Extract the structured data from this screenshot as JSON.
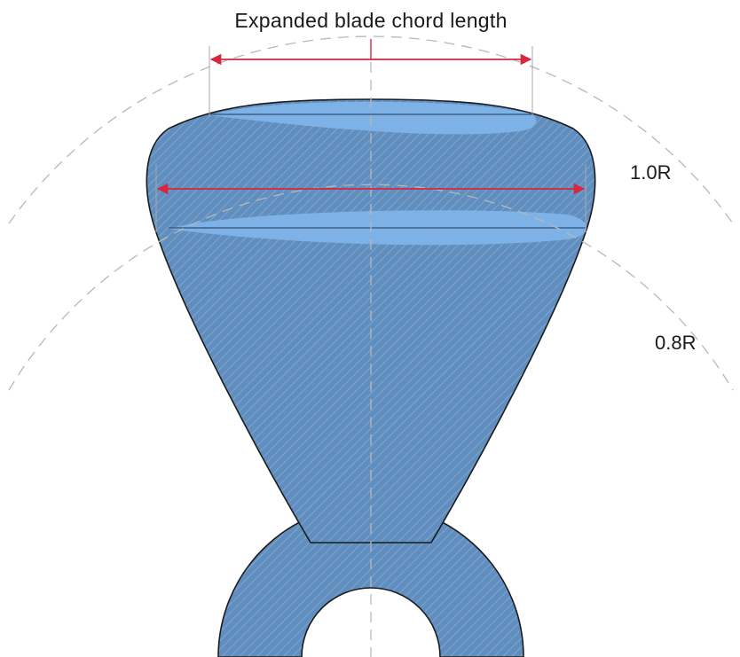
{
  "labels": {
    "chord": "Expanded blade chord length",
    "radius_outer": "1.0R",
    "radius_inner": "0.8R"
  },
  "colors": {
    "blade_fill": "#5f8ebf",
    "hatch_line": "#8fb0d4",
    "outline": "#1b1b1b",
    "airfoil": "#7fb4e8",
    "dimension_arrow": "#d7263d",
    "dashed_circle": "#b8b8b8",
    "text": "#1a1a1a"
  }
}
